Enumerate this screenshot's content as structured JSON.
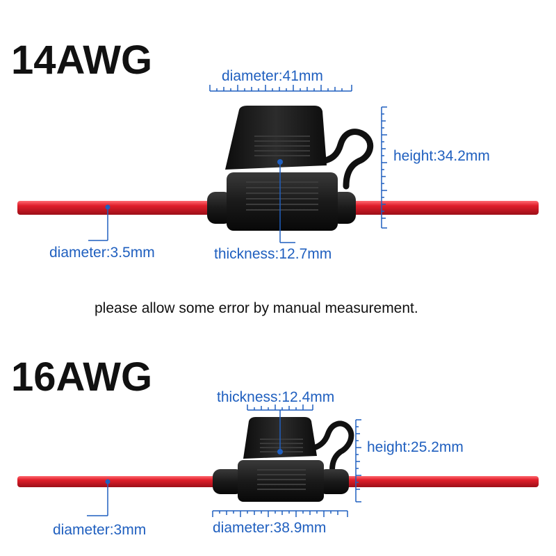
{
  "colors": {
    "label_blue": "#1f5fbf",
    "wire_red": "#e01e2a",
    "holder_black": "#141414",
    "text_black": "#111111"
  },
  "note": "please allow some error by manual measurement.",
  "sections": [
    {
      "gauge": "14AWG",
      "labels": {
        "top_diameter": "diameter:41mm",
        "height": "height:34.2mm",
        "wire_diameter": "diameter:3.5mm",
        "thickness": "thickness:12.7mm"
      }
    },
    {
      "gauge": "16AWG",
      "labels": {
        "thickness": "thickness:12.4mm",
        "height": "height:25.2mm",
        "wire_diameter": "diameter:3mm",
        "bottom_diameter": "diameter:38.9mm"
      }
    }
  ]
}
